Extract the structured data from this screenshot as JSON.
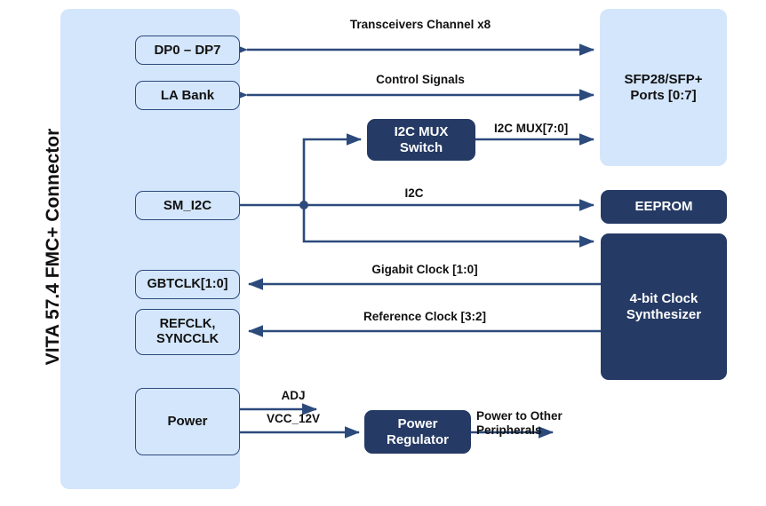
{
  "diagram": {
    "title": "VITA 57.4 FMC+ Connector block diagram",
    "colors": {
      "light_blue": "#D4E6FB",
      "dark_navy": "#253A64",
      "wire": "#2C4A7C",
      "text_dark": "#111111",
      "text_light": "#FFFFFF",
      "background": "#FFFFFF"
    }
  },
  "connector_panel": {
    "label": "VITA 57.4 FMC+ Connector",
    "blocks": [
      {
        "id": "dp",
        "label": "DP0 – DP7"
      },
      {
        "id": "la_bank",
        "label": "LA Bank"
      },
      {
        "id": "sm_i2c",
        "label": "SM_I2C"
      },
      {
        "id": "gbtclk",
        "label": "GBTCLK[1:0]"
      },
      {
        "id": "refclk",
        "label": "REFCLK,\nSYNCCLK"
      },
      {
        "id": "power",
        "label": "Power"
      }
    ]
  },
  "peripherals": [
    {
      "id": "sfp",
      "label": "SFP28/SFP+\nPorts [0:7]",
      "style": "light"
    },
    {
      "id": "eeprom",
      "label": "EEPROM",
      "style": "dark"
    },
    {
      "id": "clock_synth",
      "label": "4-bit Clock\nSynthesizer",
      "style": "dark"
    },
    {
      "id": "i2c_mux",
      "label": "I2C MUX\nSwitch",
      "style": "dark"
    },
    {
      "id": "power_reg",
      "label": "Power\nRegulator",
      "style": "dark"
    }
  ],
  "signals": [
    {
      "id": "transceivers",
      "label": "Transceivers Channel x8",
      "direction": "bidirectional",
      "from": "dp",
      "to": "sfp"
    },
    {
      "id": "control",
      "label": "Control Signals",
      "direction": "bidirectional",
      "from": "la_bank",
      "to": "sfp"
    },
    {
      "id": "i2c_mux_bus",
      "label": "I2C MUX[7:0]",
      "direction": "forward",
      "from": "i2c_mux",
      "to": "sfp"
    },
    {
      "id": "i2c",
      "label": "I2C",
      "direction": "forward",
      "from": "sm_i2c",
      "to": "eeprom"
    },
    {
      "id": "gigabit_clock",
      "label": "Gigabit Clock [1:0]",
      "direction": "reverse",
      "from": "clock_synth",
      "to": "gbtclk"
    },
    {
      "id": "reference_clock",
      "label": "Reference Clock [3:2]",
      "direction": "reverse",
      "from": "clock_synth",
      "to": "refclk"
    },
    {
      "id": "adj",
      "label": "ADJ",
      "direction": "forward",
      "from": "power",
      "to": "power_reg"
    },
    {
      "id": "vcc12v",
      "label": "VCC_12V",
      "direction": "forward",
      "from": "power",
      "to": "power_reg"
    },
    {
      "id": "power_out",
      "label": "Power to Other\nPeripherals",
      "direction": "forward",
      "from": "power_reg",
      "to": ""
    }
  ]
}
